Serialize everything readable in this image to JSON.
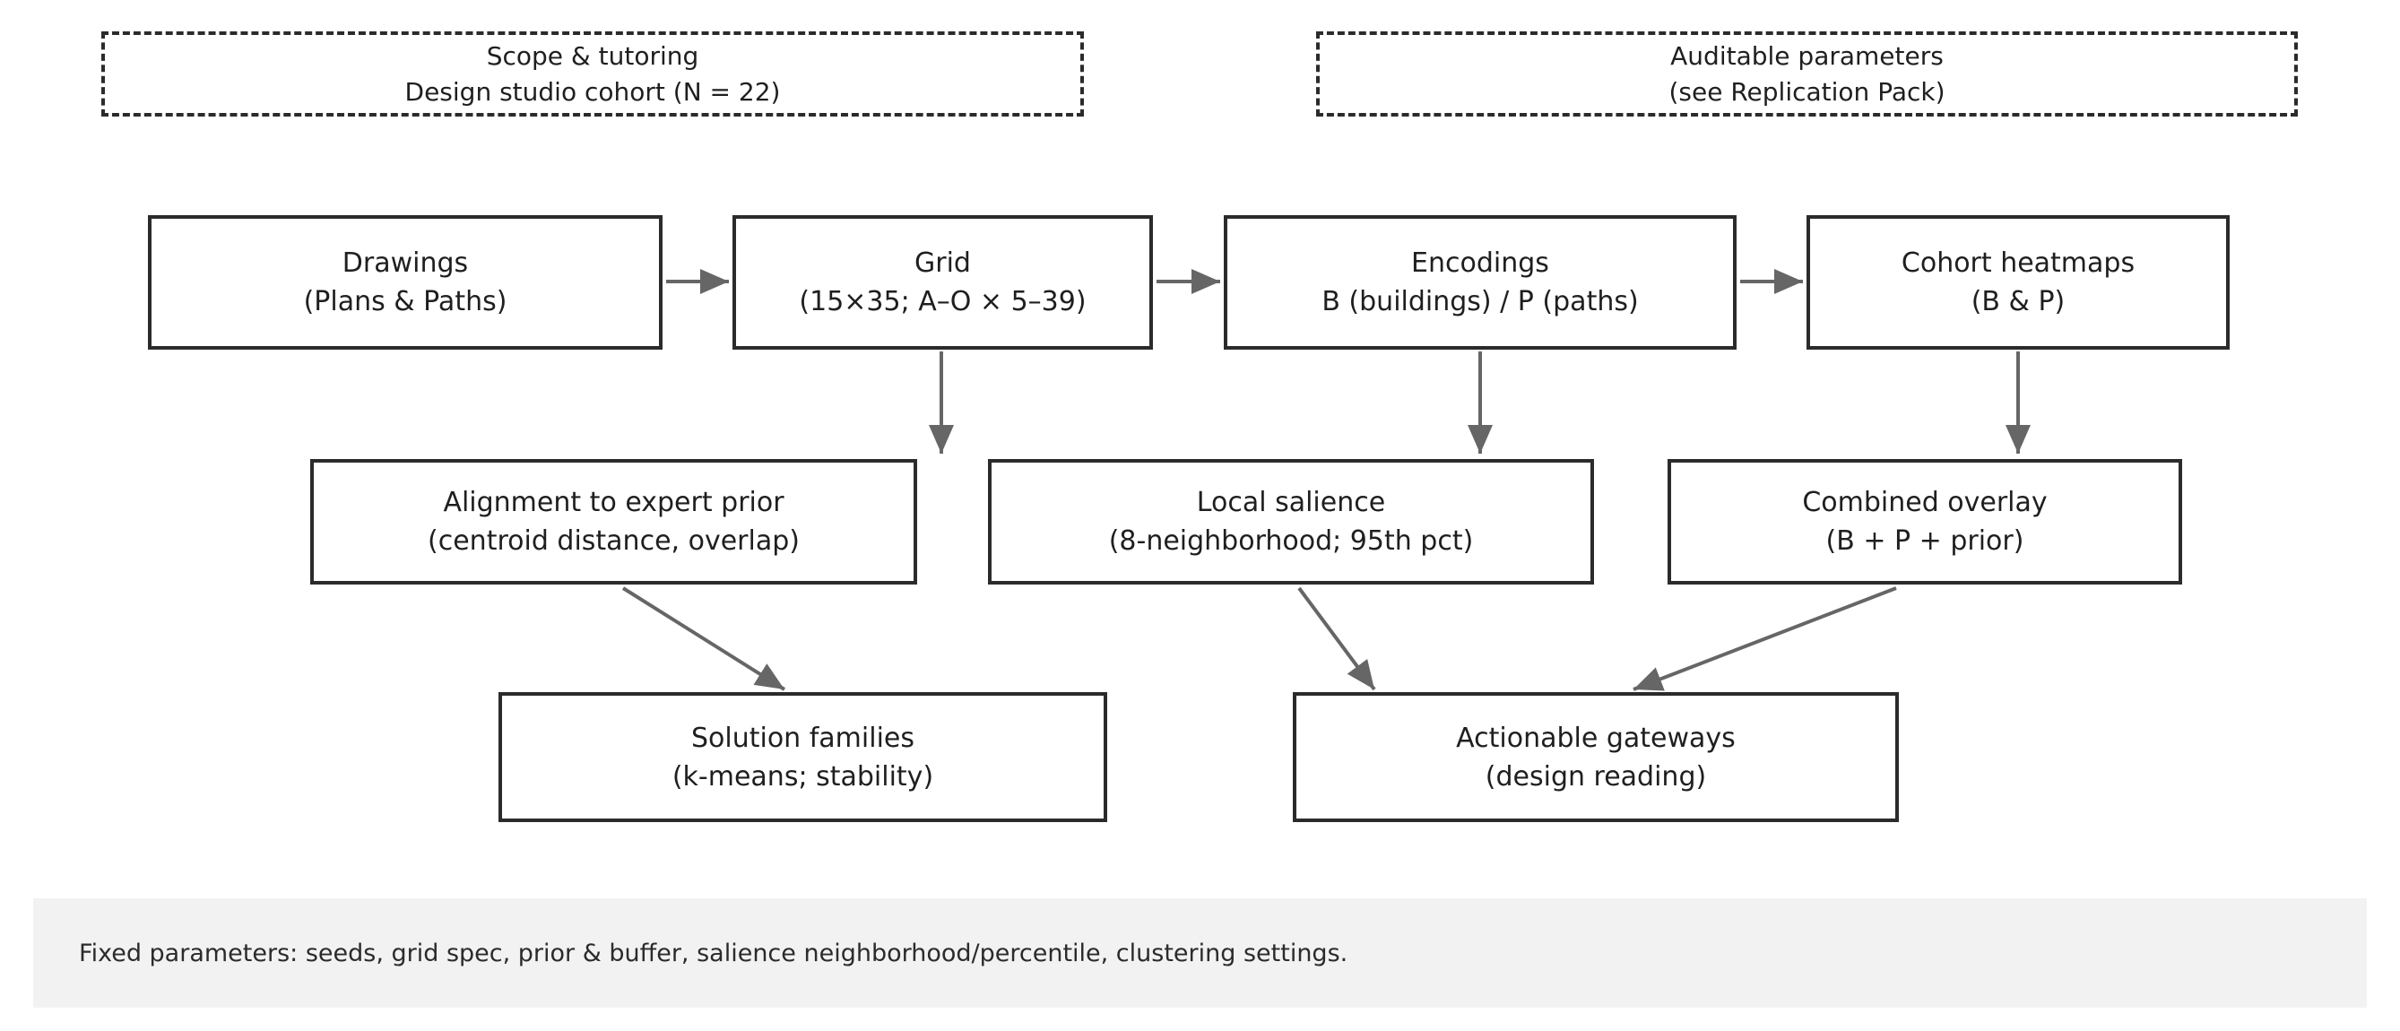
{
  "notes": [
    {
      "line1": "Scope & tutoring",
      "line2": "Design studio cohort (N = 22)"
    },
    {
      "line1": "Auditable parameters",
      "line2": "(see Replication Pack)"
    }
  ],
  "nodes": {
    "drawings": {
      "title": "Drawings",
      "subtitle": "(Plans & Paths)"
    },
    "grid": {
      "title": "Grid",
      "subtitle": "(15×35; A–O × 5–39)"
    },
    "encodings": {
      "title": "Encodings",
      "subtitle": "B (buildings) / P (paths)"
    },
    "cohort_heatmaps": {
      "title": "Cohort heatmaps",
      "subtitle": "(B & P)"
    },
    "alignment": {
      "title": "Alignment to expert prior",
      "subtitle": "(centroid distance, overlap)"
    },
    "local_salience": {
      "title": "Local salience",
      "subtitle": "(8-neighborhood; 95th pct)"
    },
    "combined_overlay": {
      "title": "Combined overlay",
      "subtitle": "(B + P + prior)"
    },
    "solution_families": {
      "title": "Solution families",
      "subtitle": "(k-means; stability)"
    },
    "actionable_gateways": {
      "title": "Actionable gateways",
      "subtitle": "(design reading)"
    }
  },
  "footer": {
    "text": "Fixed parameters: seeds, grid spec, prior & buffer, salience neighborhood/percentile, clustering settings."
  },
  "colors": {
    "box_border": "#2b2b2b",
    "arrow": "#666666",
    "footer_band": "#f2f2f2",
    "text": "#1f1f1f"
  }
}
